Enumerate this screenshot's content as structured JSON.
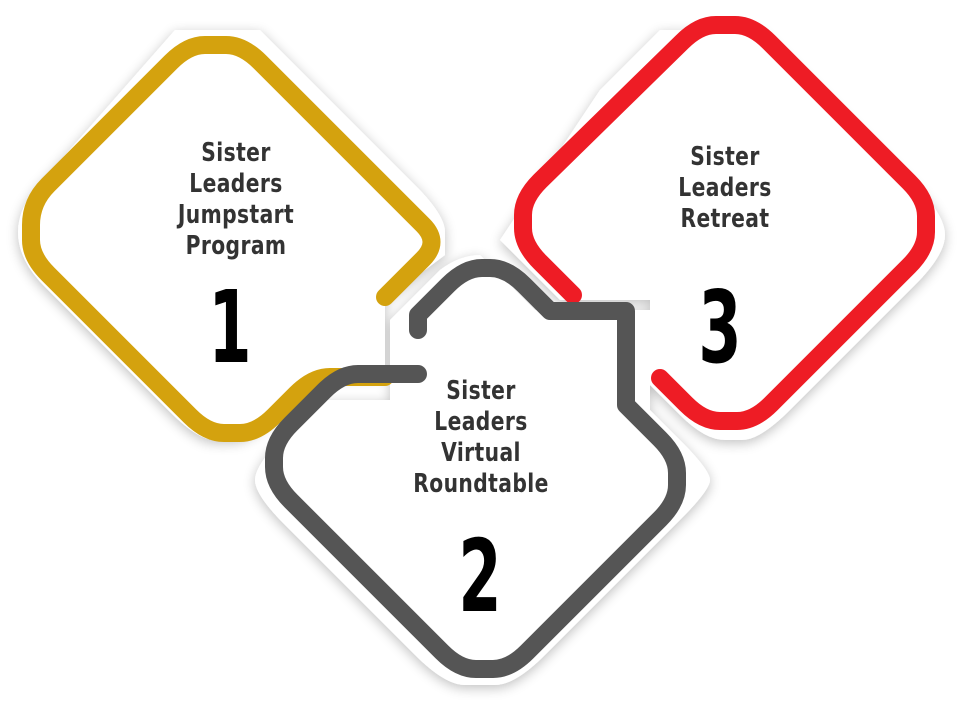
{
  "steps": [
    {
      "title_lines": [
        "Sister",
        "Leaders",
        "Jumpstart",
        "Program"
      ],
      "number": "1",
      "color": "#D4A20E"
    },
    {
      "title_lines": [
        "Sister",
        "Leaders",
        "Virtual",
        "Roundtable"
      ],
      "number": "2",
      "color": "#555555"
    },
    {
      "title_lines": [
        "Sister",
        "Leaders",
        "Retreat"
      ],
      "number": "3",
      "color": "#EE1C25"
    }
  ]
}
